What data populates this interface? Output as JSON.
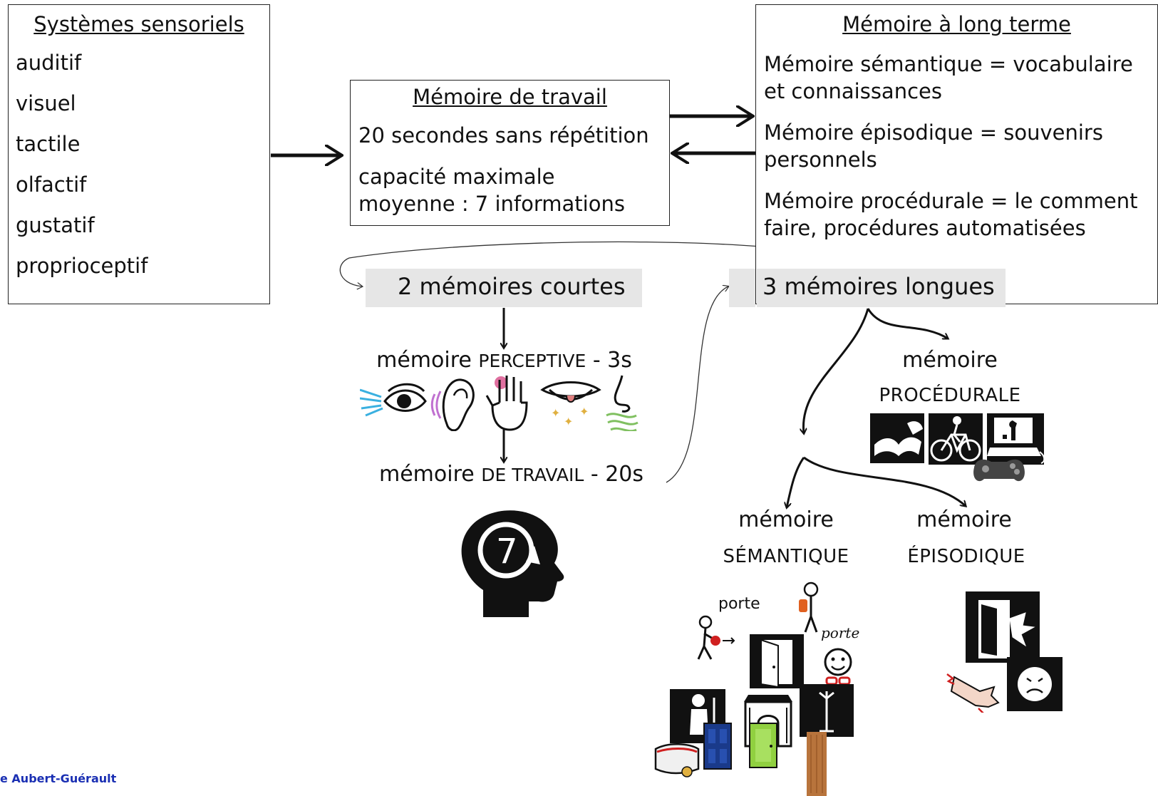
{
  "sensory": {
    "title": "Systèmes sensoriels",
    "items": [
      "auditif",
      "visuel",
      "tactile",
      "olfactif",
      "gustatif",
      "proprioceptif"
    ]
  },
  "working_memory": {
    "title": "Mémoire de travail",
    "line1": "20 secondes sans répétition",
    "line2": "capacité maximale moyenne : 7 informations"
  },
  "long_term": {
    "title": "Mémoire à long terme",
    "semantic": "Mémoire sémantique = vocabulaire et connaissances",
    "episodic": "Mémoire épisodique = souvenirs personnels",
    "procedural": "Mémoire procédurale = le comment faire, procédures automatisées"
  },
  "short_band": "2 mémoires courtes",
  "long_band": "3 mémoires longues",
  "perceptive": {
    "word": "mémoire",
    "caps": "PERCEPTIVE",
    "suffix": "- 3s"
  },
  "travail": {
    "word": "mémoire",
    "caps": "DE TRAVAIL",
    "suffix": "- 20s"
  },
  "head_number": "7",
  "procedurale": {
    "word": "mémoire",
    "caps": "PROCÉDURALE"
  },
  "semantique": {
    "word": "mémoire",
    "caps": "SÉMANTIQUE"
  },
  "episodique": {
    "word": "mémoire",
    "caps": "ÉPISODIQUE"
  },
  "porte_printed": "porte",
  "porte_script": "porte",
  "credit": "e Aubert-Guérault"
}
